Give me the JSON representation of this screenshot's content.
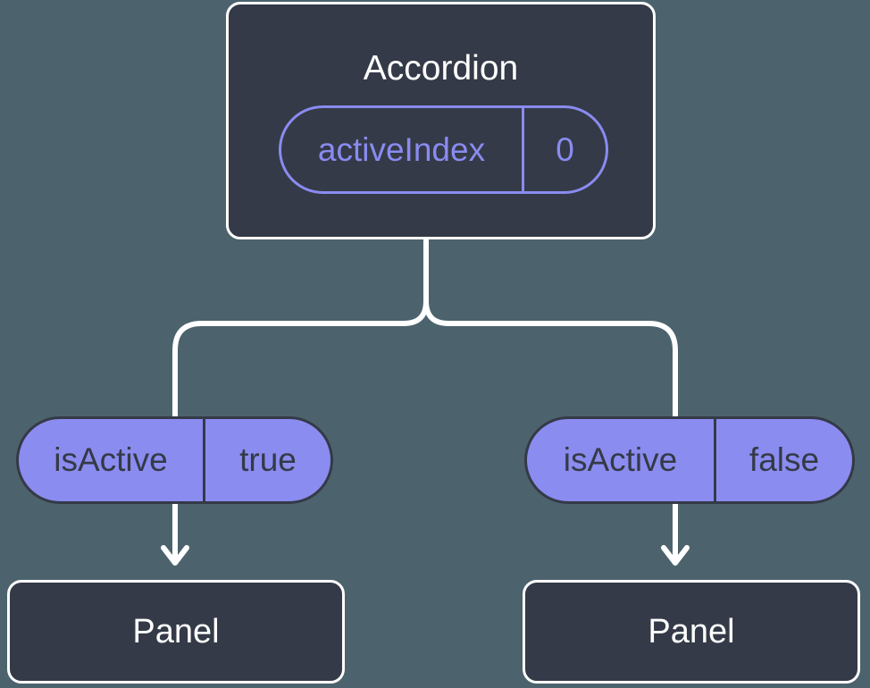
{
  "colors": {
    "background": "#4C636D",
    "node-fill": "#343A47",
    "node-border": "#FFFFFF",
    "accent": "#8A8BF0",
    "pill-fill": "#8B8CF0",
    "pill-text": "#343A47",
    "connector": "#FFFFFF",
    "title-text": "#FFFFFF"
  },
  "diagram": {
    "root": {
      "title": "Accordion",
      "state": {
        "label": "activeIndex",
        "value": "0"
      }
    },
    "edges": [
      {
        "prop": {
          "label": "isActive",
          "value": "true"
        },
        "child": {
          "title": "Panel"
        }
      },
      {
        "prop": {
          "label": "isActive",
          "value": "false"
        },
        "child": {
          "title": "Panel"
        }
      }
    ]
  }
}
